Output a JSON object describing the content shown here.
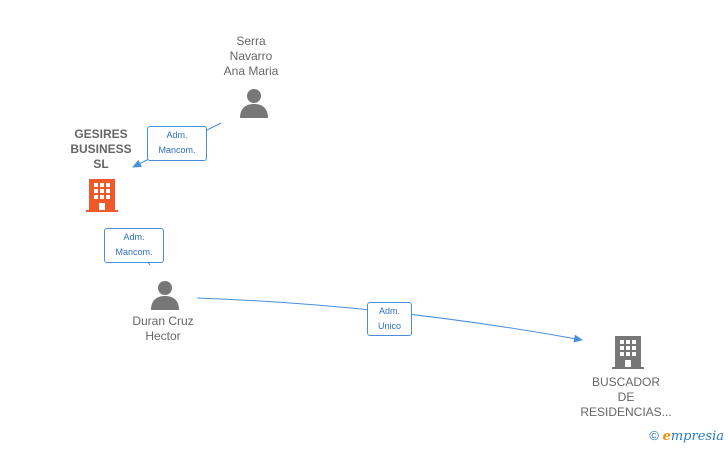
{
  "nodes": {
    "person_serra": {
      "label": "Serra\nNavarro\nAna Maria",
      "type": "person"
    },
    "company_gesires": {
      "label": "GESIRES\nBUSINESS\nSL",
      "type": "company",
      "color": "#f05a28"
    },
    "person_duran": {
      "label": "Duran Cruz\nHector",
      "type": "person"
    },
    "company_buscador": {
      "label": "BUSCADOR\nDE\nRESIDENCIAS...",
      "type": "company",
      "color": "#777777"
    }
  },
  "edges": {
    "serra_to_gesires": {
      "label": "Adm.\nMancom."
    },
    "gesires_duran": {
      "label": "Adm.\nMancom."
    },
    "duran_to_buscador": {
      "label": "Adm.\nUnico"
    }
  },
  "colors": {
    "edge": "#4a8fdc",
    "person_icon": "#777777"
  },
  "footer": {
    "copyright": "©",
    "brand_first": "e",
    "brand_rest": "mpresia"
  }
}
